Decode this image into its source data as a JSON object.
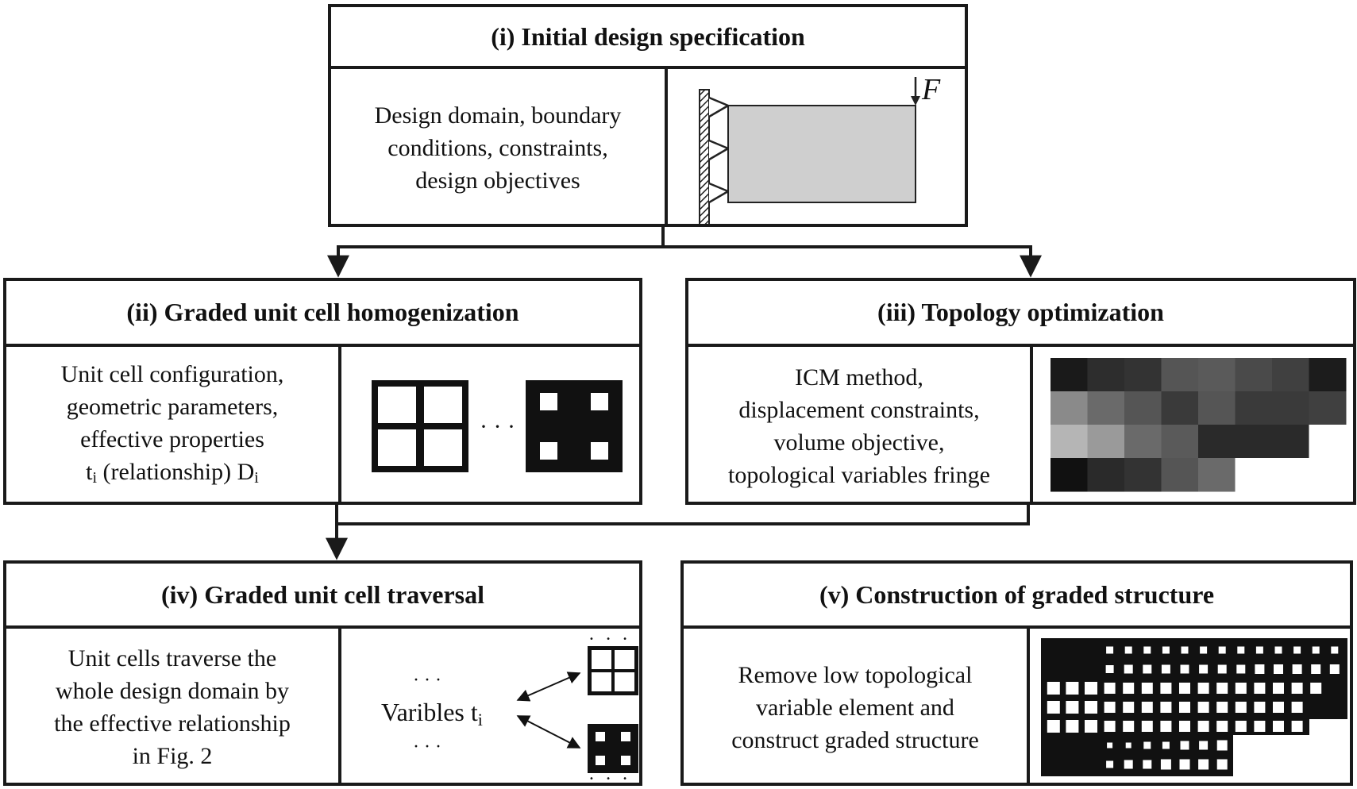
{
  "box1": {
    "title": "(i) Initial design specification",
    "lines": [
      "Design domain, boundary",
      "conditions, constraints,",
      "design objectives"
    ],
    "force_label": "F"
  },
  "box2": {
    "title": "(ii) Graded unit cell homogenization",
    "lines": [
      "Unit cell configuration,",
      "geometric parameters,",
      "effective properties"
    ],
    "rel_t": "t",
    "rel_t_sub": "i",
    "rel_mid": " (relationship) D",
    "rel_d_sub": "i",
    "ellipsis": "· · ·"
  },
  "box3": {
    "title": "(iii) Topology optimization",
    "lines": [
      "ICM method,",
      "displacement constraints,",
      "volume objective,",
      "topological variables fringe"
    ],
    "colors": {
      "row1": [
        "#1a1a1a",
        "#2d2d2d",
        "#333333",
        "#555555",
        "#5a5a5a",
        "#4a4a4a",
        "#404040",
        "#1c1c1c"
      ],
      "row2": [
        "#8a8a8a",
        "#6a6a6a",
        "#555555",
        "#3a3a3a",
        "#555555",
        "#3a3a3a",
        "#3a3a3a",
        "#404040"
      ],
      "row3": [
        "#b5b5b5",
        "#9a9a9a",
        "#6a6a6a",
        "#5a5a5a",
        "#2a2a2a",
        "#2a2a2a",
        "#2a2a2a",
        "#ffffff"
      ],
      "row4": [
        "#111111",
        "#2a2a2a",
        "#333333",
        "#555555",
        "#6a6a6a",
        "#ffffff",
        "#ffffff",
        "#ffffff"
      ]
    }
  },
  "box4": {
    "title": "(iv) Graded unit cell traversal",
    "lines": [
      "Unit cells traverse the",
      "whole design domain by",
      "the effective relationship",
      "in Fig. 2"
    ],
    "variables_label": "Varibles t",
    "variables_sub": "i",
    "dots_top": "· · ·",
    "dots_bottom": "· · ·",
    "dots_cell": "• • •"
  },
  "box5": {
    "title": "(v) Construction of graded structure",
    "lines": [
      "Remove low topological",
      "variable element and",
      "construct graded structure"
    ]
  },
  "colors": {
    "stroke": "#1a1a1a",
    "domain_fill": "#cfcfcf",
    "black": "#111111"
  }
}
